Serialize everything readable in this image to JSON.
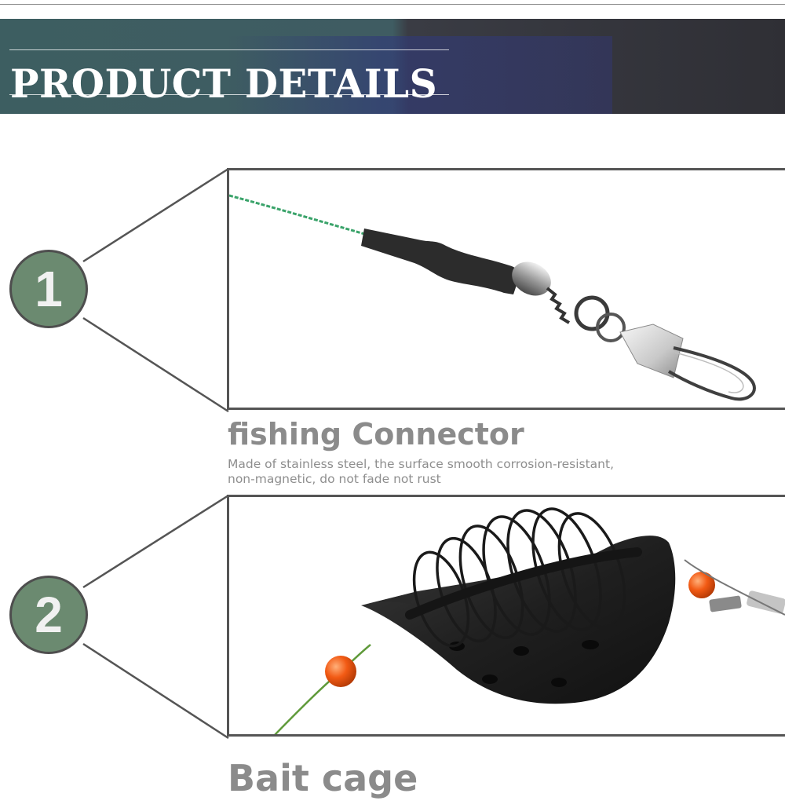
{
  "header": {
    "title": "PRODUCT DETAILS"
  },
  "items": [
    {
      "number": "1",
      "title": "fishing Connector",
      "description_line1": "Made of stainless steel, the surface smooth corrosion-resistant,",
      "description_line2": "non-magnetic, do not fade not rust",
      "image_icon": "swivel-snap-connector-icon"
    },
    {
      "number": "2",
      "title": "Bait cage",
      "image_icon": "bait-cage-feeder-icon"
    }
  ],
  "colors": {
    "badge_fill": "#6b8a70",
    "frame_border": "#555555",
    "caption_text": "#8b8b8b",
    "line_green": "#3aa36a",
    "bead_orange": "#f25a14"
  }
}
